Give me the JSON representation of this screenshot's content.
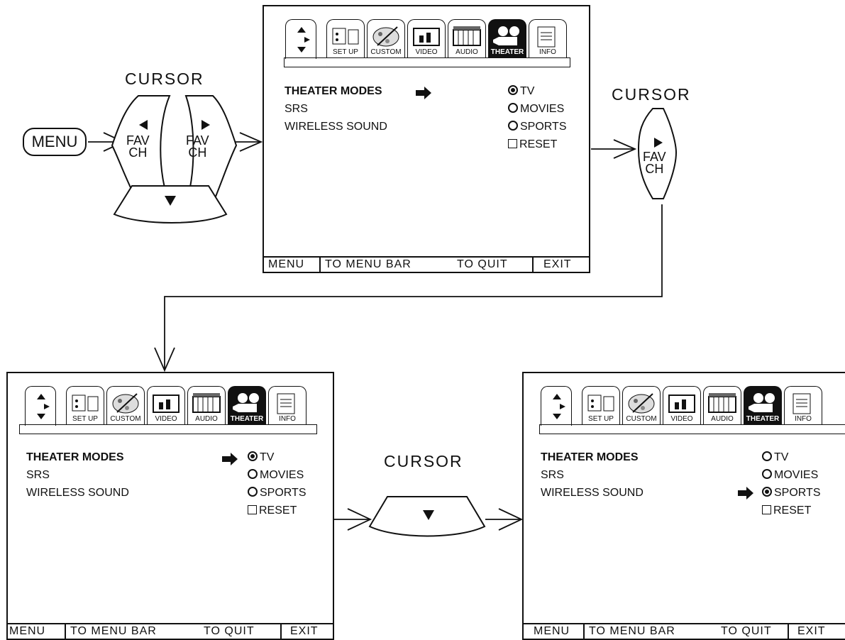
{
  "labels": {
    "cursor_left": "CURSOR",
    "cursor_right": "CURSOR",
    "cursor_middle": "CURSOR",
    "menu_key": "MENU",
    "fav": "FAV",
    "ch": "CH"
  },
  "tabs": [
    "SET UP",
    "CUSTOM",
    "VIDEO",
    "AUDIO",
    "THEATER",
    "INFO"
  ],
  "menu_items": [
    "THEATER MODES",
    "SRS",
    "WIRELESS SOUND"
  ],
  "options": [
    "TV",
    "MOVIES",
    "SPORTS",
    "RESET"
  ],
  "footer": {
    "menu": "MENU",
    "to_menu_bar": "TO MENU BAR",
    "to_quit": "TO QUIT",
    "exit": "EXIT"
  },
  "screens": [
    {
      "id": "screen-1",
      "pointer_on": "menu-item",
      "selected_option": "TV"
    },
    {
      "id": "screen-2",
      "pointer_on": "option",
      "selected_option": "TV"
    },
    {
      "id": "screen-3",
      "pointer_on": "option",
      "selected_option": "SPORTS"
    }
  ]
}
